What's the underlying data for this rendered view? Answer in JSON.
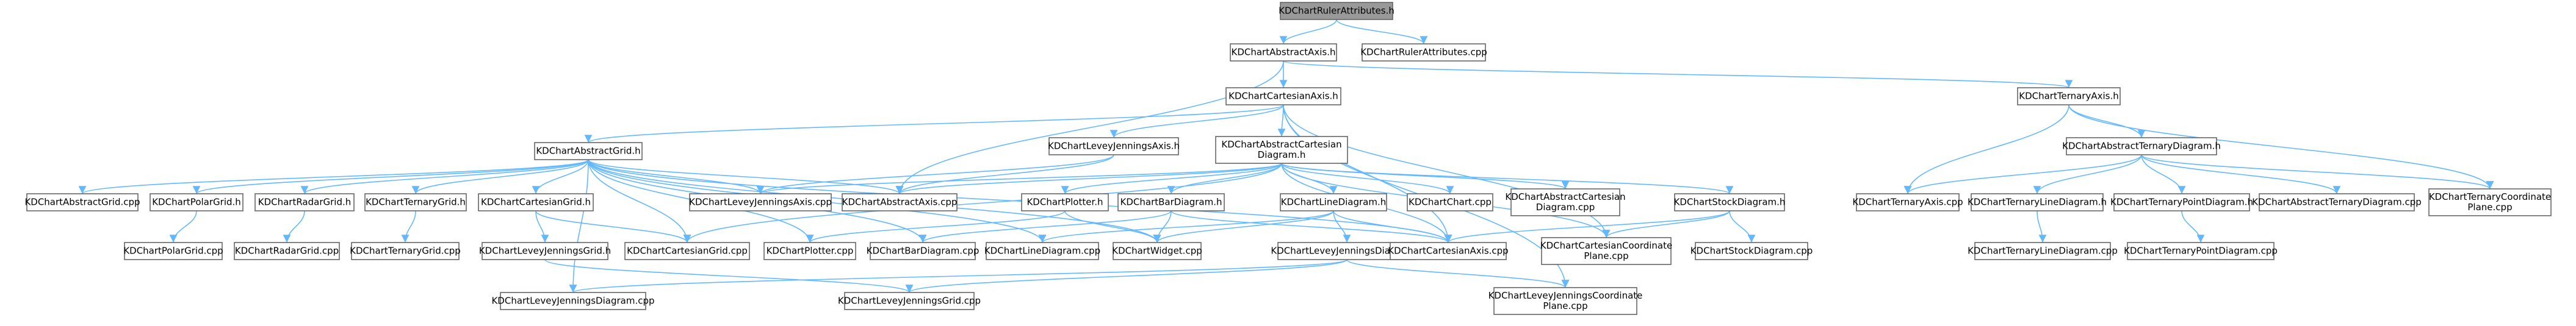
{
  "nodes": [
    {
      "id": "n0",
      "lines": [
        "KDChartRulerAttributes.h"
      ],
      "root": true
    },
    {
      "id": "n1",
      "lines": [
        "KDChartAbstractAxis.h"
      ]
    },
    {
      "id": "n2",
      "lines": [
        "KDChartRulerAttributes.cpp"
      ]
    },
    {
      "id": "n3",
      "lines": [
        "KDChartCartesianAxis.h"
      ]
    },
    {
      "id": "n4",
      "lines": [
        "KDChartTernaryAxis.h"
      ]
    },
    {
      "id": "n5",
      "lines": [
        "KDChartAbstractGrid.h"
      ]
    },
    {
      "id": "n6",
      "lines": [
        "KDChartLeveyJenningsAxis.h"
      ]
    },
    {
      "id": "n7",
      "lines": [
        "KDChartAbstractCartesian",
        "Diagram.h"
      ]
    },
    {
      "id": "n8",
      "lines": [
        "KDChartAbstractTernaryDiagram.h"
      ]
    },
    {
      "id": "n9",
      "lines": [
        "KDChartAbstractGrid.cpp"
      ]
    },
    {
      "id": "n10",
      "lines": [
        "KDChartPolarGrid.h"
      ]
    },
    {
      "id": "n11",
      "lines": [
        "KDChartRadarGrid.h"
      ]
    },
    {
      "id": "n12",
      "lines": [
        "KDChartTernaryGrid.h"
      ]
    },
    {
      "id": "n13",
      "lines": [
        "KDChartCartesianGrid.h"
      ]
    },
    {
      "id": "n14",
      "lines": [
        "KDChartLeveyJenningsAxis.cpp"
      ]
    },
    {
      "id": "n15",
      "lines": [
        "KDChartAbstractAxis.cpp"
      ]
    },
    {
      "id": "n16",
      "lines": [
        "KDChartPlotter.h"
      ]
    },
    {
      "id": "n17",
      "lines": [
        "KDChartBarDiagram.h"
      ]
    },
    {
      "id": "n18",
      "lines": [
        "KDChartLineDiagram.h"
      ]
    },
    {
      "id": "n19",
      "lines": [
        "KDChartChart.cpp"
      ]
    },
    {
      "id": "n20",
      "lines": [
        "KDChartAbstractCartesian",
        "Diagram.cpp"
      ]
    },
    {
      "id": "n21",
      "lines": [
        "KDChartStockDiagram.h"
      ]
    },
    {
      "id": "n22",
      "lines": [
        "KDChartTernaryAxis.cpp"
      ]
    },
    {
      "id": "n23",
      "lines": [
        "KDChartTernaryLineDiagram.h"
      ]
    },
    {
      "id": "n24",
      "lines": [
        "KDChartTernaryPointDiagram.h"
      ]
    },
    {
      "id": "n25",
      "lines": [
        "KDChartAbstractTernaryDiagram.cpp"
      ]
    },
    {
      "id": "n26",
      "lines": [
        "KDChartTernaryCoordinate",
        "Plane.cpp"
      ]
    },
    {
      "id": "n27",
      "lines": [
        "KDChartPolarGrid.cpp"
      ]
    },
    {
      "id": "n28",
      "lines": [
        "KDChartRadarGrid.cpp"
      ]
    },
    {
      "id": "n29",
      "lines": [
        "KDChartTernaryGrid.cpp"
      ]
    },
    {
      "id": "n30",
      "lines": [
        "KDChartLeveyJenningsGrid.h"
      ]
    },
    {
      "id": "n31",
      "lines": [
        "KDChartCartesianGrid.cpp"
      ]
    },
    {
      "id": "n32",
      "lines": [
        "KDChartPlotter.cpp"
      ]
    },
    {
      "id": "n33",
      "lines": [
        "KDChartBarDiagram.cpp"
      ]
    },
    {
      "id": "n34",
      "lines": [
        "KDChartLineDiagram.cpp"
      ]
    },
    {
      "id": "n35",
      "lines": [
        "KDChartWidget.cpp"
      ]
    },
    {
      "id": "n36",
      "lines": [
        "KDChartLeveyJenningsDiagram.h"
      ]
    },
    {
      "id": "n37",
      "lines": [
        "KDChartCartesianAxis.cpp"
      ]
    },
    {
      "id": "n38",
      "lines": [
        "KDChartCartesianCoordinate",
        "Plane.cpp"
      ]
    },
    {
      "id": "n39",
      "lines": [
        "KDChartStockDiagram.cpp"
      ]
    },
    {
      "id": "n40",
      "lines": [
        "KDChartTernaryLineDiagram.cpp"
      ]
    },
    {
      "id": "n41",
      "lines": [
        "KDChartTernaryPointDiagram.cpp"
      ]
    },
    {
      "id": "n42",
      "lines": [
        "KDChartLeveyJenningsDiagram.cpp"
      ]
    },
    {
      "id": "n43",
      "lines": [
        "KDChartLeveyJenningsGrid.cpp"
      ]
    },
    {
      "id": "n44",
      "lines": [
        "KDChartLeveyJenningsCoordinate",
        "Plane.cpp"
      ]
    }
  ],
  "edges": [
    [
      "n0",
      "n1"
    ],
    [
      "n0",
      "n2"
    ],
    [
      "n1",
      "n3"
    ],
    [
      "n1",
      "n4"
    ],
    [
      "n1",
      "n15"
    ],
    [
      "n3",
      "n5"
    ],
    [
      "n3",
      "n6"
    ],
    [
      "n3",
      "n7"
    ],
    [
      "n3",
      "n37"
    ],
    [
      "n3",
      "n38"
    ],
    [
      "n3",
      "n44"
    ],
    [
      "n4",
      "n8"
    ],
    [
      "n4",
      "n22"
    ],
    [
      "n4",
      "n26"
    ],
    [
      "n5",
      "n9"
    ],
    [
      "n5",
      "n10"
    ],
    [
      "n5",
      "n11"
    ],
    [
      "n5",
      "n12"
    ],
    [
      "n5",
      "n13"
    ],
    [
      "n5",
      "n14"
    ],
    [
      "n5",
      "n15"
    ],
    [
      "n5",
      "n31"
    ],
    [
      "n5",
      "n32"
    ],
    [
      "n5",
      "n33"
    ],
    [
      "n5",
      "n34"
    ],
    [
      "n5",
      "n35"
    ],
    [
      "n5",
      "n37"
    ],
    [
      "n5",
      "n42"
    ],
    [
      "n6",
      "n14"
    ],
    [
      "n6",
      "n15"
    ],
    [
      "n7",
      "n14"
    ],
    [
      "n7",
      "n15"
    ],
    [
      "n7",
      "n16"
    ],
    [
      "n7",
      "n17"
    ],
    [
      "n7",
      "n18"
    ],
    [
      "n7",
      "n19"
    ],
    [
      "n7",
      "n20"
    ],
    [
      "n7",
      "n21"
    ],
    [
      "n7",
      "n31"
    ],
    [
      "n7",
      "n37"
    ],
    [
      "n7",
      "n38"
    ],
    [
      "n8",
      "n22"
    ],
    [
      "n8",
      "n23"
    ],
    [
      "n8",
      "n24"
    ],
    [
      "n8",
      "n25"
    ],
    [
      "n8",
      "n26"
    ],
    [
      "n10",
      "n27"
    ],
    [
      "n11",
      "n28"
    ],
    [
      "n12",
      "n29"
    ],
    [
      "n13",
      "n30"
    ],
    [
      "n13",
      "n31"
    ],
    [
      "n16",
      "n32"
    ],
    [
      "n16",
      "n35"
    ],
    [
      "n17",
      "n33"
    ],
    [
      "n17",
      "n35"
    ],
    [
      "n17",
      "n37"
    ],
    [
      "n18",
      "n34"
    ],
    [
      "n18",
      "n35"
    ],
    [
      "n18",
      "n36"
    ],
    [
      "n18",
      "n37"
    ],
    [
      "n21",
      "n37"
    ],
    [
      "n21",
      "n38"
    ],
    [
      "n21",
      "n39"
    ],
    [
      "n23",
      "n40"
    ],
    [
      "n24",
      "n41"
    ],
    [
      "n30",
      "n43"
    ],
    [
      "n36",
      "n42"
    ],
    [
      "n36",
      "n43"
    ],
    [
      "n36",
      "n44"
    ]
  ]
}
